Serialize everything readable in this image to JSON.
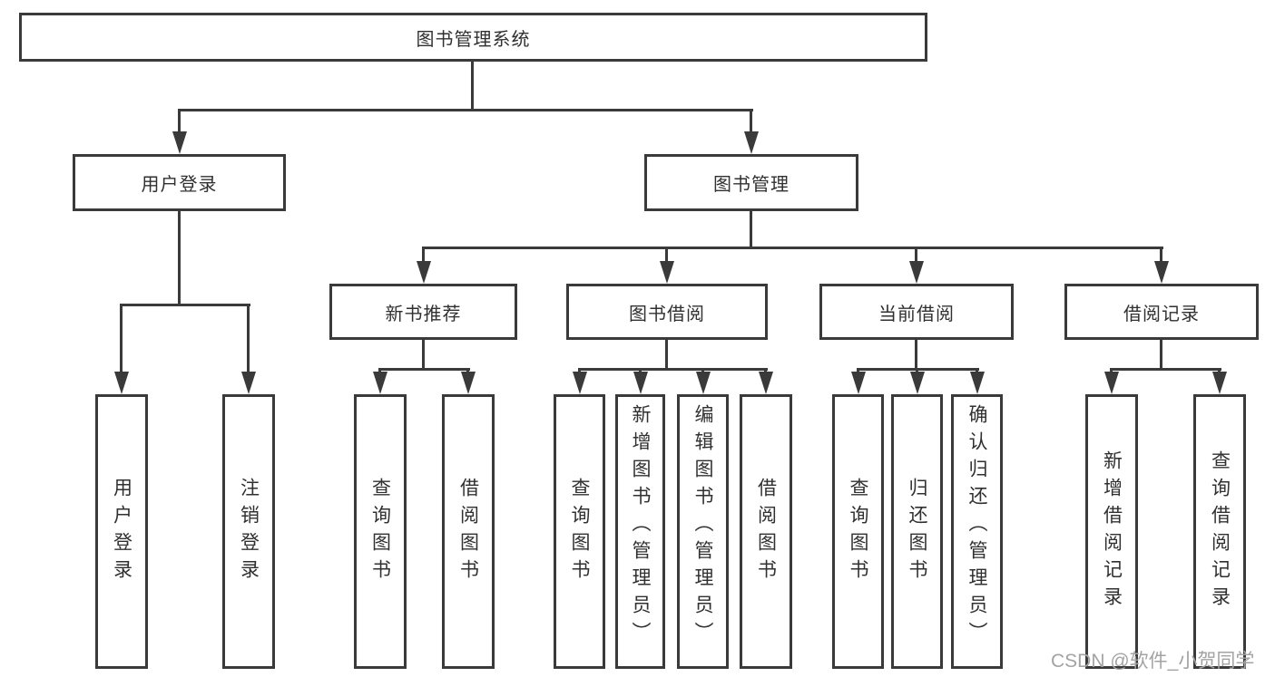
{
  "diagram": {
    "type": "hierarchy-tree",
    "tree": {
      "root": {
        "label": "图书管理系统"
      },
      "children": [
        {
          "label": "用户登录",
          "children": [
            {
              "label": "用户登录"
            },
            {
              "label": "注销登录"
            }
          ]
        },
        {
          "label": "图书管理",
          "children": [
            {
              "label": "新书推荐",
              "children": [
                {
                  "label": "查询图书"
                },
                {
                  "label": "借阅图书"
                }
              ]
            },
            {
              "label": "图书借阅",
              "children": [
                {
                  "label": "查询图书"
                },
                {
                  "label": "新增图书（管理员）"
                },
                {
                  "label": "编辑图书（管理员）"
                },
                {
                  "label": "借阅图书"
                }
              ]
            },
            {
              "label": "当前借阅",
              "children": [
                {
                  "label": "查询图书"
                },
                {
                  "label": "归还图书"
                },
                {
                  "label": "确认归还（管理员）"
                }
              ]
            },
            {
              "label": "借阅记录",
              "children": [
                {
                  "label": "新增借阅记录"
                },
                {
                  "label": "查询借阅记录"
                }
              ]
            }
          ]
        }
      ]
    },
    "colors": {
      "line": "#3a3a3a",
      "text": "#303030",
      "background": "#ffffff",
      "watermark": "#a3a3a3"
    }
  },
  "watermark": {
    "text": "CSDN @软件_小贺同学"
  }
}
